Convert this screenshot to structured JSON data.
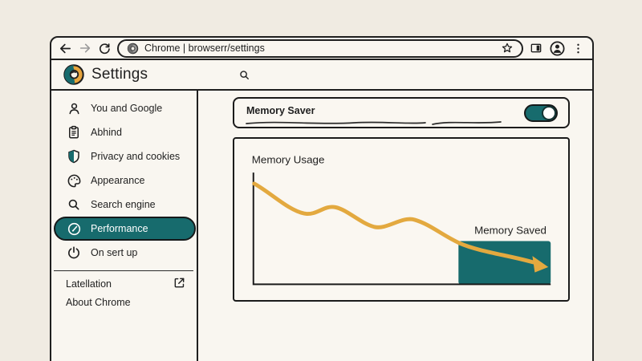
{
  "colors": {
    "teal": "#176b6d",
    "curve_yellow": "#e3a93f",
    "ink": "#1f1f1f",
    "paper": "#f9f6f0",
    "backdrop": "#f0ebe2",
    "forward_arrow_muted": "#9a9a9a"
  },
  "toolbar": {
    "url": "Chrome | browserr/settings",
    "icons": [
      "back-arrow-icon",
      "forward-arrow-icon",
      "refresh-icon",
      "chrome-favicon-icon",
      "star-icon",
      "side-panel-icon",
      "profile-avatar-icon",
      "kebab-menu-icon"
    ]
  },
  "header": {
    "title": "Settings",
    "logo_icon": "chrome-logo-icon",
    "search_icon": "search-icon"
  },
  "sidebar": {
    "items": [
      {
        "label": "You and Google",
        "icon": "person-icon",
        "selected": false
      },
      {
        "label": "Abhind",
        "icon": "clipboard-icon",
        "selected": false
      },
      {
        "label": "Privacy and cookies",
        "icon": "shield-icon",
        "selected": false
      },
      {
        "label": "Appearance",
        "icon": "palette-icon",
        "selected": false
      },
      {
        "label": "Search engine",
        "icon": "search-icon",
        "selected": false
      },
      {
        "label": "Performance",
        "icon": "speedometer-icon",
        "selected": true
      },
      {
        "label": "On sert up",
        "icon": "power-icon",
        "selected": false
      }
    ],
    "footer_items": [
      {
        "label": "Latellation",
        "icon": "external-link-icon"
      },
      {
        "label": "About Chrome",
        "icon": null
      }
    ]
  },
  "main": {
    "memory_saver_card": {
      "title": "Memory Saver",
      "toggle_state": "on"
    },
    "chart_card": {
      "title": "Memory Usage",
      "annotation": "Memory Saved"
    }
  },
  "chart_data": {
    "type": "line",
    "title": "Memory Usage",
    "x": [
      0,
      1,
      2,
      3,
      4,
      5,
      6,
      7,
      8
    ],
    "series": [
      {
        "name": "Memory Usage",
        "values": [
          90,
          63,
          69,
          51,
          58,
          35,
          30,
          25,
          18
        ]
      }
    ],
    "ylim": [
      0,
      100
    ],
    "xlabel": "",
    "ylabel": "",
    "grid": false,
    "legend": false,
    "line_color": "#e3a93f",
    "style": "hand-drawn declining wavy curve ending in an arrowhead",
    "annotations": [
      {
        "type": "shaded-region",
        "label": "Memory Saved",
        "x_start": 6.3,
        "x_end": 8,
        "y_max": 38,
        "color": "#176b6d"
      }
    ]
  }
}
